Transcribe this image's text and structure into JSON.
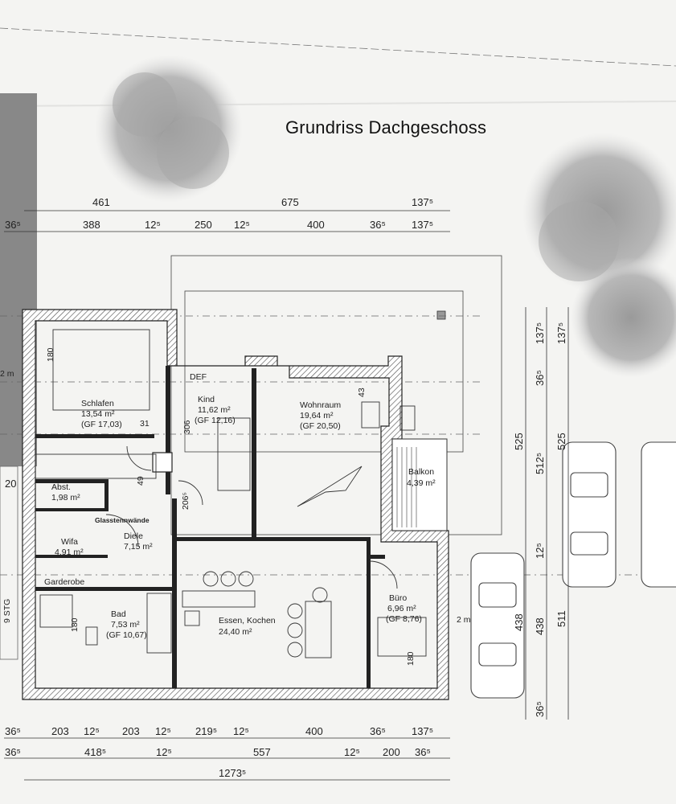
{
  "title": "Grundriss Dachgeschoss",
  "dimensions_top": {
    "row1": [
      "461",
      "675",
      "137⁵"
    ],
    "row2": [
      "36⁵",
      "388",
      "12⁵",
      "250",
      "12⁵",
      "400",
      "36⁵",
      "137⁵"
    ]
  },
  "dimensions_bottom": {
    "row1": [
      "36⁵",
      "203",
      "12⁵",
      "203",
      "12⁵",
      "219⁵",
      "12⁵",
      "400",
      "36⁵",
      "137⁵"
    ],
    "row2": [
      "36⁵",
      "418⁵",
      "12⁵",
      "557",
      "12⁵",
      "200",
      "36⁵"
    ],
    "total": "1273⁵"
  },
  "dimensions_right": {
    "col1": [
      "525",
      "438"
    ],
    "col2": [
      "137⁵",
      "36⁵",
      "512⁵",
      "12⁵",
      "438",
      "36⁵"
    ],
    "col3": [
      "137⁵",
      "525",
      "511"
    ]
  },
  "interior_dims": [
    "180",
    "306",
    "31",
    "43",
    "49",
    "206⁵",
    "180",
    "180"
  ],
  "side_labels": [
    "20",
    "2 m",
    "9 STG",
    "2 m"
  ],
  "rooms": {
    "schlafen": {
      "name": "Schlafen",
      "area": "13,54 m²",
      "gf": "(GF 17,03)"
    },
    "kind": {
      "name": "Kind",
      "area": "11,62 m²",
      "gf": "(GF 12,16)"
    },
    "wohnraum": {
      "name": "Wohnraum",
      "area": "19,64 m²",
      "gf": "(GF 20,50)"
    },
    "balkon": {
      "name": "Balkon",
      "area": "4,39 m²"
    },
    "abst": {
      "name": "Abst.",
      "area": "1,98 m²"
    },
    "wifa": {
      "name": "Wifa",
      "area": "4,91 m²"
    },
    "diele": {
      "name": "Diele",
      "area": "7,15 m²"
    },
    "garderobe": {
      "name": "Garderobe"
    },
    "bad": {
      "name": "Bad",
      "area": "7,53 m²",
      "gf": "(GF 10,67)"
    },
    "essen": {
      "name": "Essen, Kochen",
      "area": "24,40 m²"
    },
    "buero": {
      "name": "Büro",
      "area": "6,96 m²",
      "gf": "(GF 8,76)"
    }
  },
  "notes": {
    "def": "DEF",
    "glass": "Glasstennwände"
  }
}
